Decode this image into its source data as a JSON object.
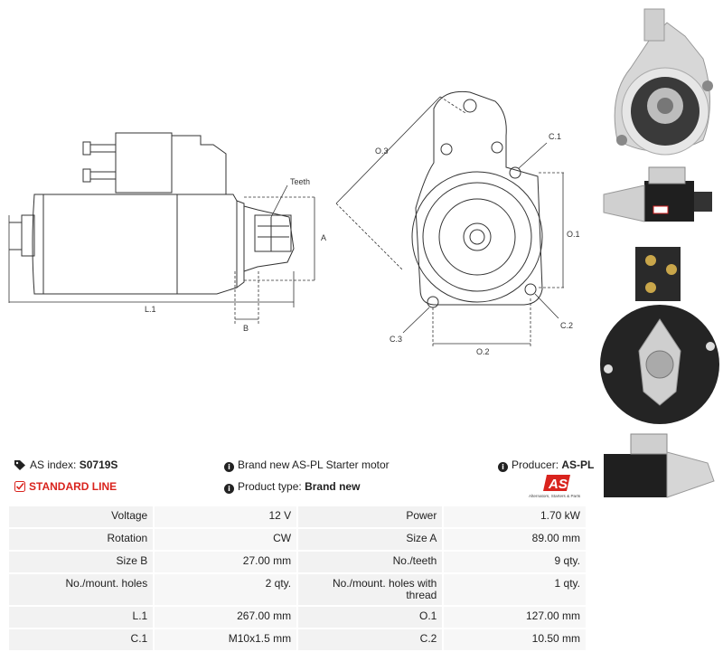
{
  "drawing_labels": {
    "teeth": "Teeth",
    "a": "A",
    "l1": "L.1",
    "b": "B",
    "o3": "O.3",
    "c1": "C.1",
    "o1": "O.1",
    "c2": "C.2",
    "c3": "C.3",
    "o2": "O.2"
  },
  "info": {
    "as_index_label": "AS index:",
    "as_index_value": "S0719S",
    "description": "Brand new AS-PL Starter motor",
    "producer_label": "Producer:",
    "producer_value": "AS-PL",
    "standard_line": "STANDARD LINE",
    "product_type_label": "Product type:",
    "product_type_value": "Brand new"
  },
  "logo": {
    "mark": "AS",
    "tagline": "Alternators, Starters & Parts",
    "color": "#d9231d"
  },
  "specs": [
    {
      "l1": "Voltage",
      "v1": "12 V",
      "l2": "Power",
      "v2": "1.70 kW"
    },
    {
      "l1": "Rotation",
      "v1": "CW",
      "l2": "Size A",
      "v2": "89.00 mm"
    },
    {
      "l1": "Size B",
      "v1": "27.00 mm",
      "l2": "No./teeth",
      "v2": "9 qty."
    },
    {
      "l1": "No./mount. holes",
      "v1": "2 qty.",
      "l2": "No./mount. holes with thread",
      "v2": "1 qty."
    },
    {
      "l1": "L.1",
      "v1": "267.00 mm",
      "l2": "O.1",
      "v2": "127.00 mm"
    },
    {
      "l1": "C.1",
      "v1": "M10x1.5 mm",
      "l2": "C.2",
      "v2": "10.50 mm"
    }
  ],
  "photos": [
    "starter-front-view",
    "starter-side-view",
    "starter-rear-view",
    "starter-side-view-2"
  ]
}
